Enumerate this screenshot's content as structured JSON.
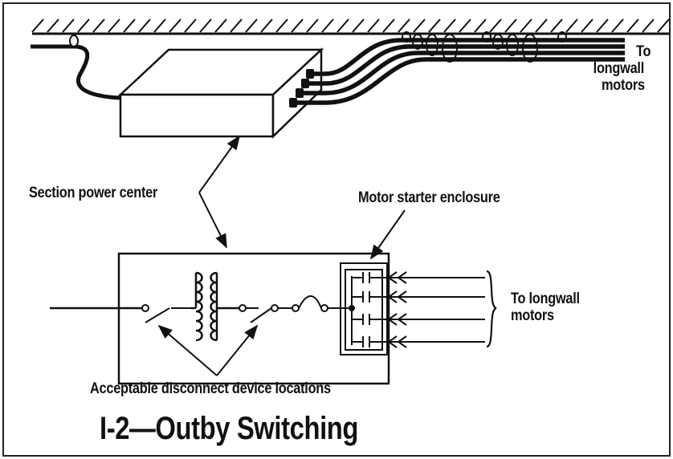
{
  "labels": {
    "to_longwall_motors_top": [
      "To",
      "longwall",
      "motors"
    ],
    "section_power_center": "Section power center",
    "motor_starter_enclosure": "Motor starter enclosure",
    "to_longwall_motors_bottom": [
      "To longwall",
      "motors"
    ],
    "acceptable_disconnect": "Acceptable disconnect device locations"
  },
  "title": "I-2—Outby Switching"
}
